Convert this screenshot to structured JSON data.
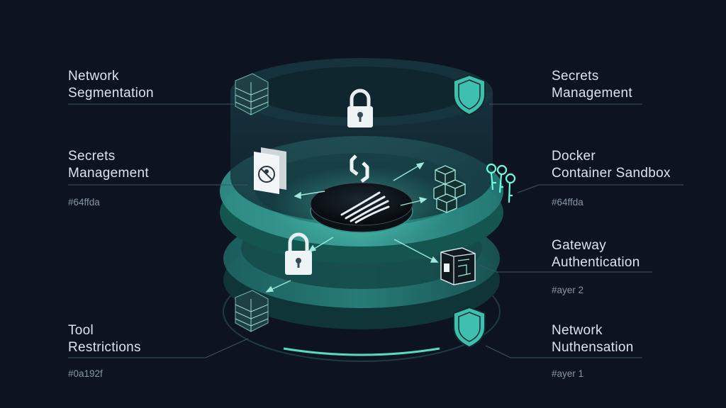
{
  "colors": {
    "background": "#0d1320",
    "accent": "#64ffda",
    "teal_mid": "#2f8f88",
    "teal_dark": "#134a4c",
    "text": "#d9e4ee",
    "muted": "#8796a6"
  },
  "left": [
    {
      "line1": "Network",
      "line2": "Segmentation",
      "meta": "",
      "icon": "firewall-icon"
    },
    {
      "line1": "Secrets",
      "line2": "Management",
      "meta": "#64ffda",
      "icon": "document-icon"
    },
    {
      "line1": "Tool",
      "line2": "Restrictions",
      "meta": "#0a192f",
      "icon": "firewall-icon"
    }
  ],
  "right": [
    {
      "line1": "Secrets",
      "line2": "Management",
      "meta": "",
      "icon": "shield-icon"
    },
    {
      "line1": "Docker",
      "line2": "Container Sandbox",
      "meta": "#64ffda",
      "icon": "keys-icon"
    },
    {
      "line1": "Gateway",
      "line2": "Authentication",
      "meta": "#ayer 2",
      "icon": "circuit-box-icon"
    },
    {
      "line1": "Network",
      "line2": "Nuthensation",
      "meta": "#ayer 1",
      "icon": "shield-icon"
    }
  ],
  "center": {
    "logo": "claw-mark-logo",
    "top_icons": [
      "lock-icon",
      "link-chain-icon"
    ],
    "side_icons": [
      "cubes-icon",
      "lock-icon"
    ]
  }
}
